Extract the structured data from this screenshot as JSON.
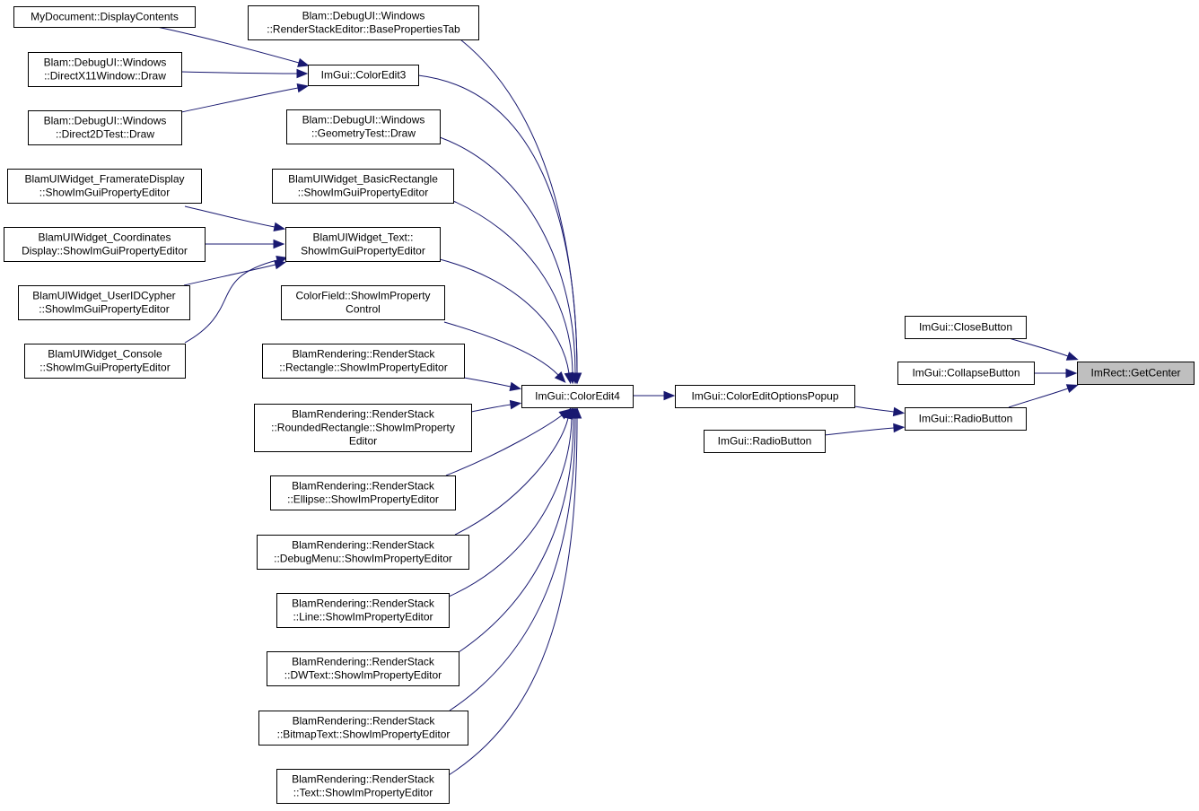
{
  "nodes": [
    {
      "id": "mydoc_display",
      "lines": [
        "MyDocument::DisplayContents"
      ]
    },
    {
      "id": "dx11_draw",
      "lines": [
        "Blam::DebugUI::Windows",
        "::DirectX11Window::Draw"
      ]
    },
    {
      "id": "d2d_draw",
      "lines": [
        "Blam::DebugUI::Windows",
        "::Direct2DTest::Draw"
      ]
    },
    {
      "id": "framerate",
      "lines": [
        "BlamUIWidget_FramerateDisplay",
        "::ShowImGuiPropertyEditor"
      ]
    },
    {
      "id": "coords",
      "lines": [
        "BlamUIWidget_Coordinates",
        "Display::ShowImGuiPropertyEditor"
      ]
    },
    {
      "id": "userid",
      "lines": [
        "BlamUIWidget_UserIDCypher",
        "::ShowImGuiPropertyEditor"
      ]
    },
    {
      "id": "console",
      "lines": [
        "BlamUIWidget_Console",
        "::ShowImGuiPropertyEditor"
      ]
    },
    {
      "id": "renderstack_base",
      "lines": [
        "Blam::DebugUI::Windows",
        "::RenderStackEditor::BasePropertiesTab"
      ]
    },
    {
      "id": "coloredit3",
      "lines": [
        "ImGui::ColorEdit3"
      ]
    },
    {
      "id": "geometry_draw",
      "lines": [
        "Blam::DebugUI::Windows",
        "::GeometryTest::Draw"
      ]
    },
    {
      "id": "basic_rect",
      "lines": [
        "BlamUIWidget_BasicRectangle",
        "::ShowImGuiPropertyEditor"
      ]
    },
    {
      "id": "text_widget",
      "lines": [
        "BlamUIWidget_Text::",
        "ShowImGuiPropertyEditor"
      ]
    },
    {
      "id": "colorfield",
      "lines": [
        "ColorField::ShowImProperty",
        "Control"
      ]
    },
    {
      "id": "rs_rect",
      "lines": [
        "BlamRendering::RenderStack",
        "::Rectangle::ShowImPropertyEditor"
      ]
    },
    {
      "id": "rs_rounded",
      "lines": [
        "BlamRendering::RenderStack",
        "::RoundedRectangle::ShowImProperty",
        "Editor"
      ]
    },
    {
      "id": "rs_ellipse",
      "lines": [
        "BlamRendering::RenderStack",
        "::Ellipse::ShowImPropertyEditor"
      ]
    },
    {
      "id": "rs_debugmenu",
      "lines": [
        "BlamRendering::RenderStack",
        "::DebugMenu::ShowImPropertyEditor"
      ]
    },
    {
      "id": "rs_line",
      "lines": [
        "BlamRendering::RenderStack",
        "::Line::ShowImPropertyEditor"
      ]
    },
    {
      "id": "rs_dwtext",
      "lines": [
        "BlamRendering::RenderStack",
        "::DWText::ShowImPropertyEditor"
      ]
    },
    {
      "id": "rs_bitmaptext",
      "lines": [
        "BlamRendering::RenderStack",
        "::BitmapText::ShowImPropertyEditor"
      ]
    },
    {
      "id": "rs_text",
      "lines": [
        "BlamRendering::RenderStack",
        "::Text::ShowImPropertyEditor"
      ]
    },
    {
      "id": "coloredit4",
      "lines": [
        "ImGui::ColorEdit4"
      ]
    },
    {
      "id": "coloredit_popup",
      "lines": [
        "ImGui::ColorEditOptionsPopup"
      ]
    },
    {
      "id": "radiobutton_a",
      "lines": [
        "ImGui::RadioButton"
      ]
    },
    {
      "id": "radiobutton_b",
      "lines": [
        "ImGui::RadioButton"
      ]
    },
    {
      "id": "closebutton",
      "lines": [
        "ImGui::CloseButton"
      ]
    },
    {
      "id": "collapsebutton",
      "lines": [
        "ImGui::CollapseButton"
      ]
    },
    {
      "id": "getcenter",
      "lines": [
        "ImRect::GetCenter"
      ],
      "root": true
    }
  ],
  "edges": [
    {
      "from": "mydoc_display",
      "to": "coloredit3"
    },
    {
      "from": "dx11_draw",
      "to": "coloredit3"
    },
    {
      "from": "d2d_draw",
      "to": "coloredit3"
    },
    {
      "from": "framerate",
      "to": "text_widget"
    },
    {
      "from": "coords",
      "to": "text_widget"
    },
    {
      "from": "userid",
      "to": "text_widget"
    },
    {
      "from": "console",
      "to": "text_widget"
    },
    {
      "from": "renderstack_base",
      "to": "coloredit4"
    },
    {
      "from": "coloredit3",
      "to": "coloredit4"
    },
    {
      "from": "geometry_draw",
      "to": "coloredit4"
    },
    {
      "from": "basic_rect",
      "to": "coloredit4"
    },
    {
      "from": "text_widget",
      "to": "coloredit4"
    },
    {
      "from": "colorfield",
      "to": "coloredit4"
    },
    {
      "from": "rs_rect",
      "to": "coloredit4"
    },
    {
      "from": "rs_rounded",
      "to": "coloredit4"
    },
    {
      "from": "rs_ellipse",
      "to": "coloredit4"
    },
    {
      "from": "rs_debugmenu",
      "to": "coloredit4"
    },
    {
      "from": "rs_line",
      "to": "coloredit4"
    },
    {
      "from": "rs_dwtext",
      "to": "coloredit4"
    },
    {
      "from": "rs_bitmaptext",
      "to": "coloredit4"
    },
    {
      "from": "rs_text",
      "to": "coloredit4"
    },
    {
      "from": "coloredit4",
      "to": "coloredit_popup"
    },
    {
      "from": "coloredit_popup",
      "to": "radiobutton_b"
    },
    {
      "from": "radiobutton_a",
      "to": "radiobutton_b"
    },
    {
      "from": "closebutton",
      "to": "getcenter"
    },
    {
      "from": "collapsebutton",
      "to": "getcenter"
    },
    {
      "from": "radiobutton_b",
      "to": "getcenter"
    }
  ],
  "colors": {
    "edge": "#191970",
    "root_fill": "#bfbfbf",
    "node_fill": "#ffffff"
  }
}
